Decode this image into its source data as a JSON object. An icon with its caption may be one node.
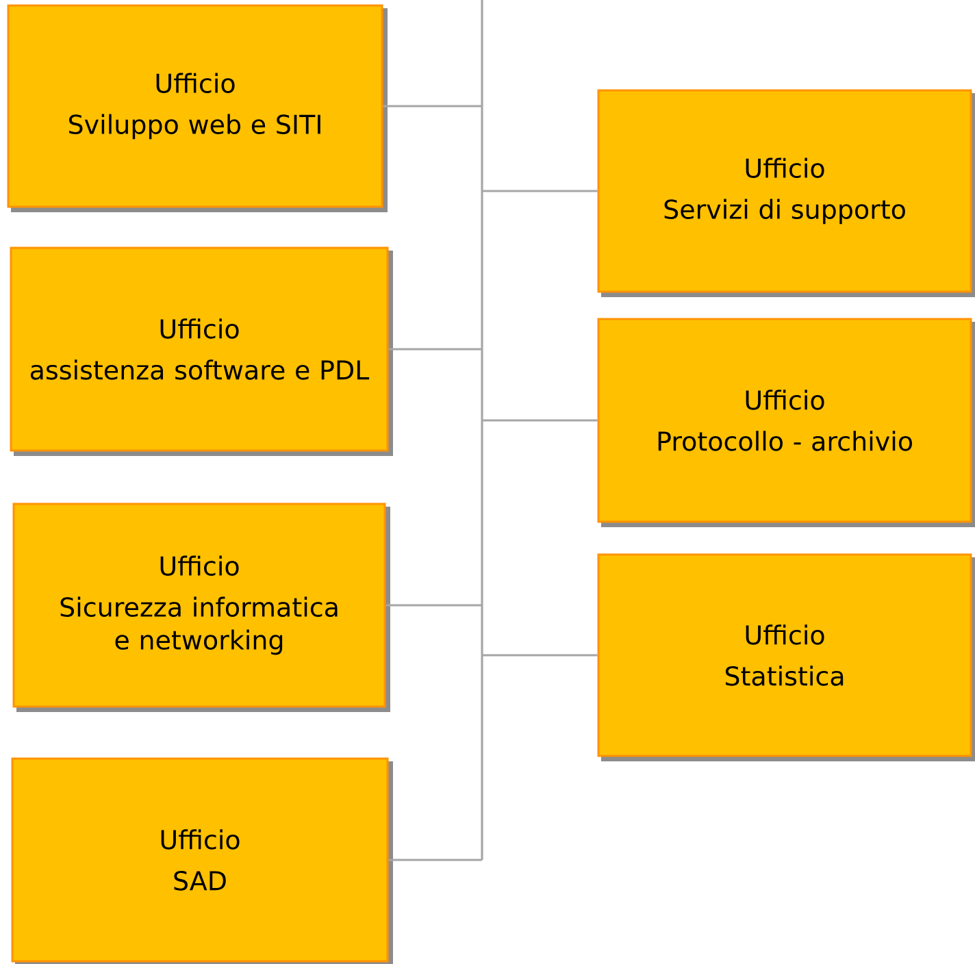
{
  "diagram": {
    "nodes": [
      {
        "text": [
          "Ufficio",
          "Sviluppo web e SITI"
        ]
      },
      {
        "text": [
          "Ufficio",
          "assistenza software e PDL"
        ]
      },
      {
        "text": [
          "Ufficio",
          "Sicurezza informatica e networking"
        ]
      },
      {
        "text": [
          "Ufficio",
          "SAD"
        ]
      },
      {
        "text": [
          "Ufficio",
          "Servizi di supporto"
        ]
      },
      {
        "text": [
          "Ufficio",
          "Protocollo - archivio"
        ]
      },
      {
        "text": [
          "Ufficio",
          "Statistica"
        ]
      }
    ],
    "edges": [
      {
        "from": null,
        "to": 0,
        "arrow": "none"
      },
      {
        "from": null,
        "to": 1,
        "arrow": "none"
      },
      {
        "from": null,
        "to": 2,
        "arrow": "none"
      },
      {
        "from": null,
        "to": 3,
        "arrow": "none"
      },
      {
        "from": null,
        "to": 4,
        "arrow": "none"
      },
      {
        "from": null,
        "to": 5,
        "arrow": "none"
      },
      {
        "from": null,
        "to": 6,
        "arrow": "none"
      }
    ]
  }
}
